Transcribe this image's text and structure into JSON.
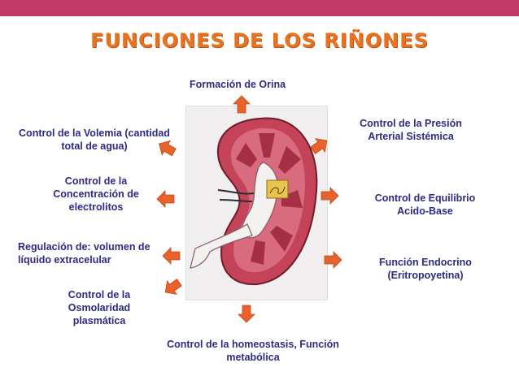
{
  "header": {
    "title": "FUNCIONES DE LOS RIÑONES"
  },
  "functions": [
    {
      "text": "Formación de Orina"
    },
    {
      "text": "Control de la Presión Arterial Sistémica"
    },
    {
      "text": "Control de Equilibrio Acido-Base"
    },
    {
      "text": "Función Endocrino (Eritropoyetina)"
    },
    {
      "text": "Control de la homeostasis, Función metabólica"
    },
    {
      "text": "Control de la Osmolaridad plasmática"
    },
    {
      "text": "Regulación de: volumen de líquido extracelular"
    },
    {
      "text": "Control de la Concentración de electrolitos"
    },
    {
      "text": "Control de la Volemia (cantidad total de agua)"
    }
  ],
  "colors": {
    "topbar": "#c23a68",
    "title": "#e8721e",
    "label": "#2e2a86",
    "arrow": "#e8622c",
    "kidney": "#b3394f"
  }
}
